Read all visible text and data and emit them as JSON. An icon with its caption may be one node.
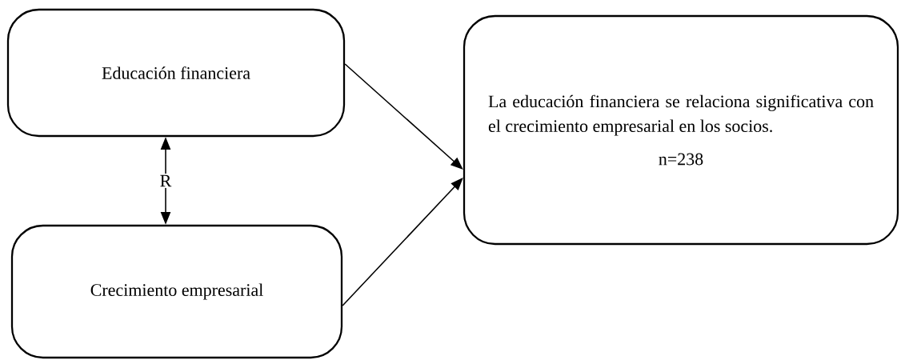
{
  "diagram": {
    "nodes": [
      {
        "text": [
          "Educación financiera"
        ]
      },
      {
        "text": [
          "Crecimiento empresarial"
        ]
      },
      {
        "text": [
          "La educación financiera se relaciona significativa con el crecimiento empresarial en los socios.",
          "n=238"
        ]
      }
    ],
    "edges": [
      {
        "from": 0,
        "to": 1,
        "arrow": "both",
        "label": "R"
      },
      {
        "from": 0,
        "to": 2,
        "arrow": "to"
      },
      {
        "from": 1,
        "to": 2,
        "arrow": "to"
      }
    ]
  }
}
